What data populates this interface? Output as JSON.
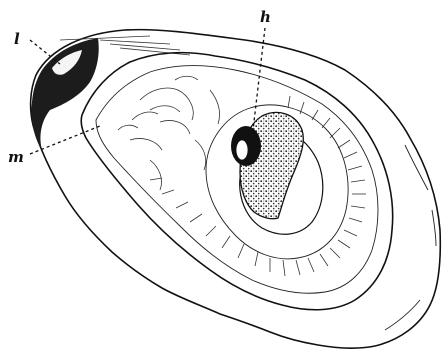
{
  "figure": {
    "labels": {
      "ligament": "l",
      "mantle": "m",
      "adductor": "h"
    }
  }
}
